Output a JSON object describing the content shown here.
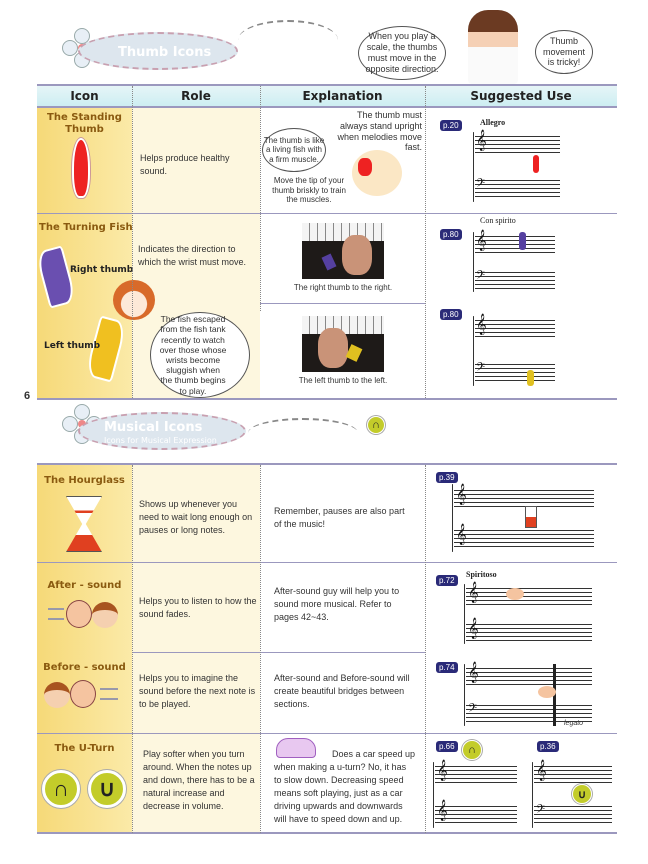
{
  "section1": {
    "title": "Thumb Icons",
    "speech_main": "When you play a scale, the thumbs must move in the opposite direction.",
    "speech_side": "Thumb movement is tricky!"
  },
  "table_header": {
    "icon": "Icon",
    "role": "Role",
    "explanation": "Explanation",
    "suggested_use": "Suggested Use"
  },
  "standing_thumb": {
    "name": "The Standing Thumb",
    "role": "Helps produce healthy sound.",
    "expl_top": "The thumb must always stand upright when melodies move fast.",
    "expl_bubble": "The thumb is like a living fish with a firm muscle.",
    "expl_bottom": "Move the tip of your thumb briskly to train the muscles.",
    "page": "p.20",
    "tempo": "Allegro"
  },
  "turning_fish": {
    "name": "The Turning Fish",
    "right_label": "Right thumb",
    "left_label": "Left thumb",
    "role": "Indicates the direction to which the wrist must move.",
    "bubble": "The fish escaped from the fish tank recently to watch over those whose wrists become sluggish when the thumb begins to play.",
    "caption_right": "The right thumb to the right.",
    "caption_left": "The left thumb to the left.",
    "page_right": "p.80",
    "page_left": "p.80",
    "tempo": "Con spirito"
  },
  "page_number": "6",
  "section2": {
    "title": "Musical Icons",
    "subtitle": "Icons for Musical Expression"
  },
  "hourglass": {
    "name": "The Hourglass",
    "role": "Shows up whenever you need to wait long enough on pauses or long notes.",
    "explanation": "Remember, pauses are also part of the music!",
    "page": "p.39"
  },
  "after_sound": {
    "name": "After - sound",
    "role": "Helps you to listen to how the sound fades.",
    "explanation": "After-sound guy will help you to sound more musical. Refer to pages 42~43.",
    "page": "p.72",
    "tempo": "Spiritoso"
  },
  "before_sound": {
    "name": "Before - sound",
    "role": "Helps you to imagine the sound before the next note is to be played.",
    "explanation": "After-sound and Before-sound will create beautiful bridges between sections.",
    "page": "p.74",
    "marking": "legato"
  },
  "u_turn": {
    "name": "The U-Turn",
    "role": "Play softer when you turn around. When the notes up and down, there has to be a natural increase and decrease in volume.",
    "explanation": "Does a car speed up when making a u-turn? No, it has to slow down. Decreasing speed means soft playing, just as a car driving upwards and downwards will have to speed down and up.",
    "page_a": "p.66",
    "page_b": "p.36"
  },
  "colors": {
    "border": "#9b98be",
    "icon_col": "#f6d978",
    "badge": "#2a2a78",
    "uturn": "#c3cc2a"
  }
}
